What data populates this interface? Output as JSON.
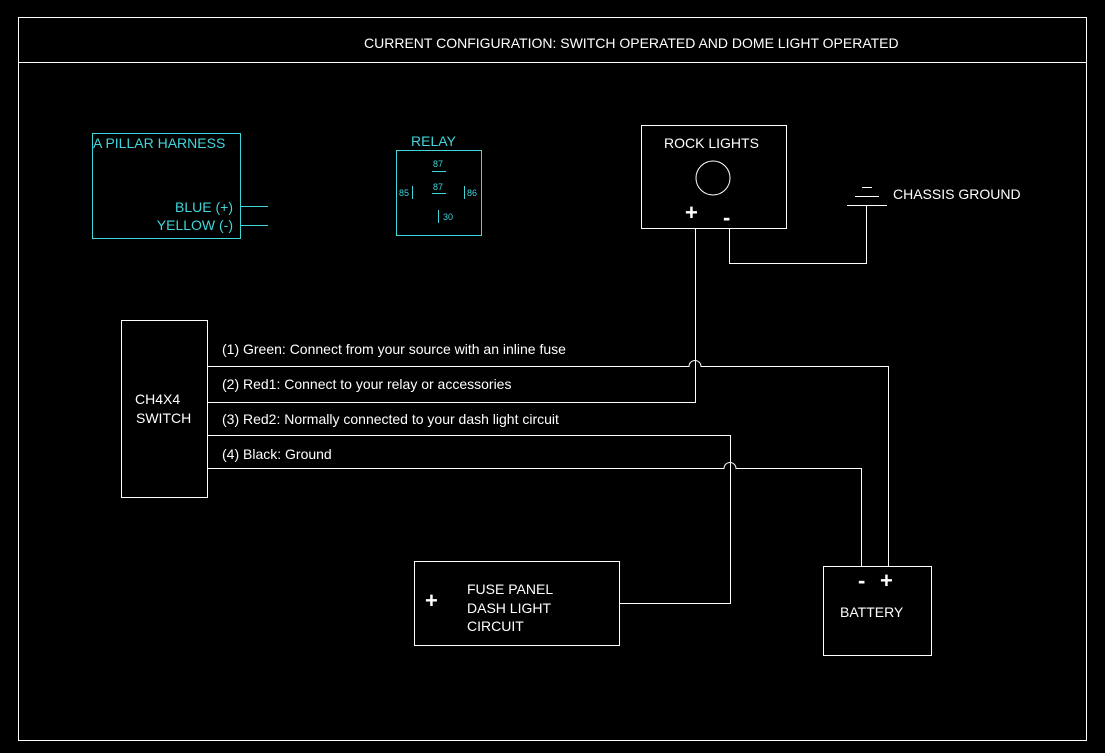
{
  "title": "CURRENT CONFIGURATION: SWITCH OPERATED AND DOME LIGHT OPERATED",
  "colors": {
    "background": "#000000",
    "line": "#ffffff",
    "accent": "#3fd6dc"
  },
  "pillar_harness": {
    "label": "A PILLAR HARNESS",
    "blue": "BLUE (+)",
    "yellow": "YELLOW  (-)"
  },
  "relay": {
    "label": "RELAY",
    "pin_87_top": "87",
    "pin_87_mid": "87",
    "pin_85": "85",
    "pin_86": "86",
    "pin_30": "30"
  },
  "rock_lights": {
    "label": "ROCK LIGHTS",
    "plus": "+",
    "minus": "-"
  },
  "chassis_ground": {
    "label": "CHASSIS GROUND"
  },
  "switch": {
    "label_line1": "CH4X4",
    "label_line2": "SWITCH",
    "wires": [
      "(1) Green: Connect from your source with an inline fuse",
      "(2) Red1: Connect to your relay or accessories",
      "(3) Red2: Normally connected to your dash light circuit",
      "(4) Black: Ground"
    ]
  },
  "fuse_panel": {
    "plus": "+",
    "line1": "FUSE PANEL",
    "line2": "DASH LIGHT",
    "line3": "CIRCUIT"
  },
  "battery": {
    "label": "BATTERY",
    "minus": "-",
    "plus": "+"
  }
}
